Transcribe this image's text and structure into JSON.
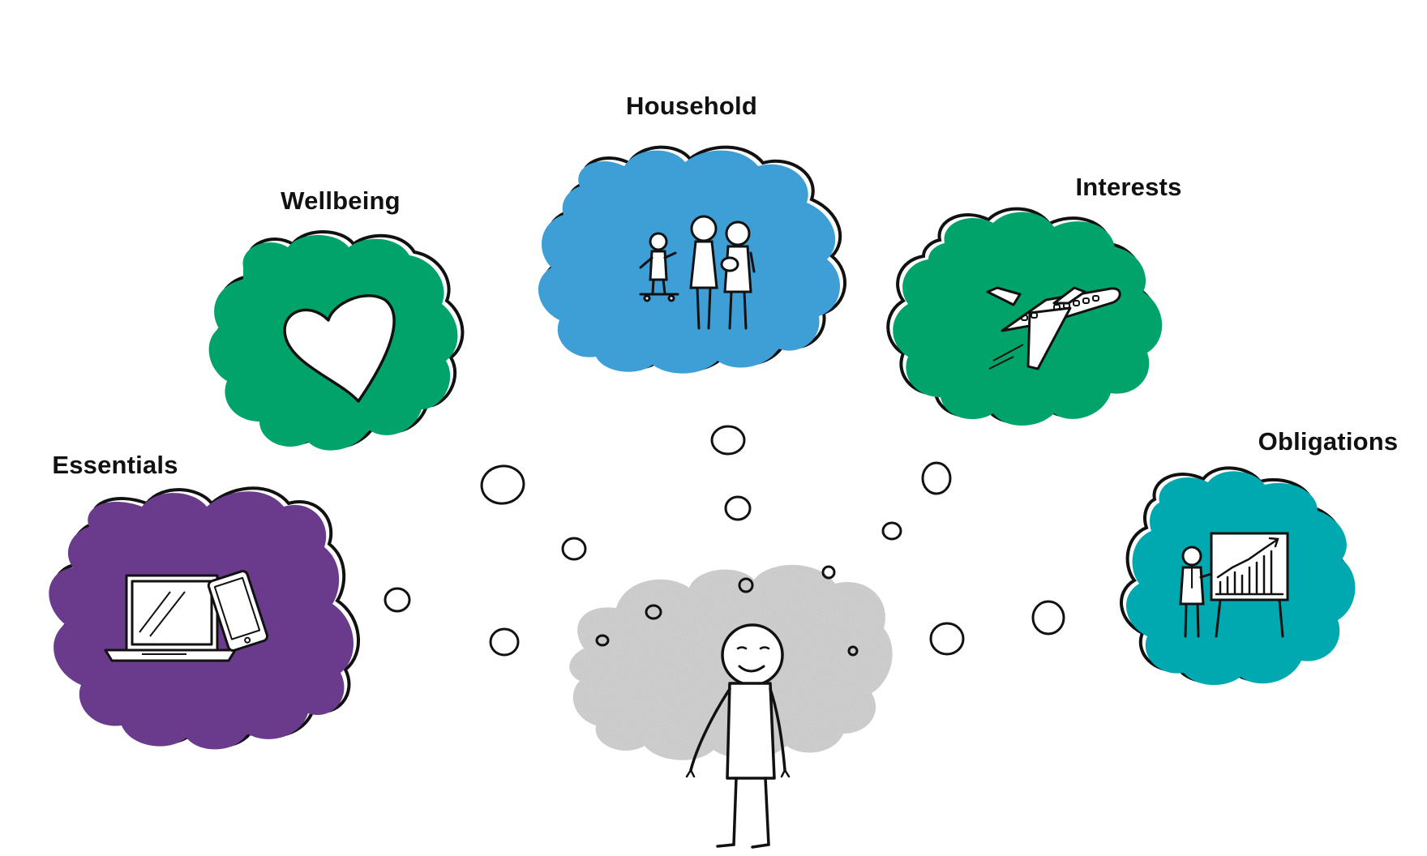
{
  "categories": [
    {
      "key": "essentials",
      "label": "Essentials",
      "color": "#6a3a8c",
      "icon": "laptop-phone-icon"
    },
    {
      "key": "wellbeing",
      "label": "Wellbeing",
      "color": "#00a46b",
      "icon": "heart-icon"
    },
    {
      "key": "household",
      "label": "Household",
      "color": "#3d9fd6",
      "icon": "family-icon"
    },
    {
      "key": "interests",
      "label": "Interests",
      "color": "#00a46b",
      "icon": "airplane-icon"
    },
    {
      "key": "obligations",
      "label": "Obligations",
      "color": "#00a8b0",
      "icon": "presentation-chart-icon"
    }
  ],
  "center": {
    "icon": "thinking-person-icon",
    "cloud_color": "#cfcfcf"
  }
}
